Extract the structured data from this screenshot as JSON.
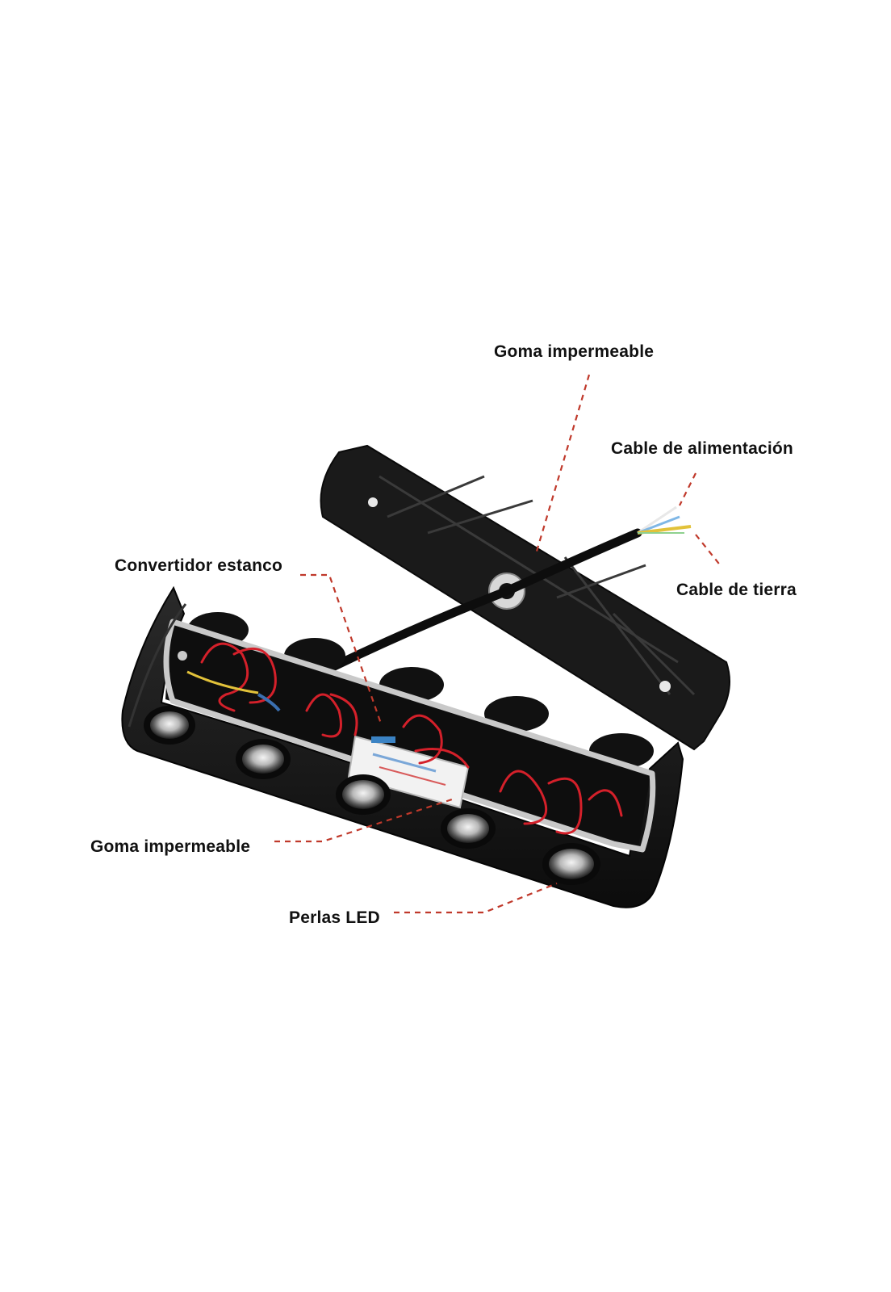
{
  "labels": {
    "goma_top": "Goma impermeable",
    "cable_alimentacion": "Cable de alimentación",
    "convertidor": "Convertidor estanco",
    "cable_tierra": "Cable de tierra",
    "goma_bottom": "Goma impermeable",
    "perlas_led": "Perlas LED"
  },
  "colors": {
    "housing": "#151515",
    "gasket": "#c9c9c9",
    "wire_red": "#d4202a",
    "leader_line": "#c0392b",
    "label_text": "#111111"
  },
  "icons": [
    "led-lamp-housing",
    "led-lens",
    "power-cable",
    "converter-box"
  ]
}
